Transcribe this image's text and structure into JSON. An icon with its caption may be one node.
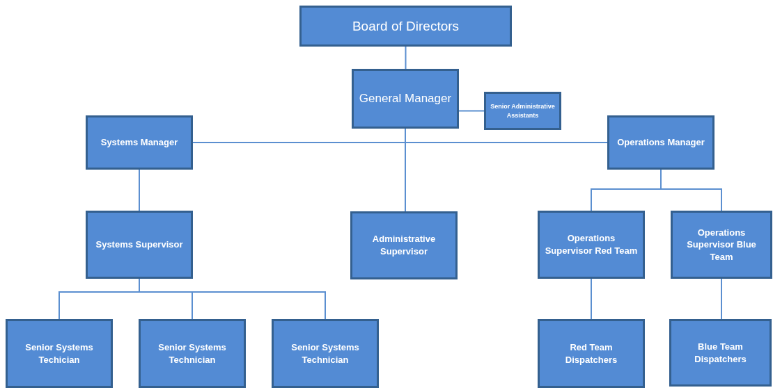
{
  "diagram": {
    "nodes": [
      {
        "text": [
          "Board of Directors"
        ]
      },
      {
        "text": [
          "General Manager"
        ]
      },
      {
        "text": [
          "Senior Administrative Assistants"
        ]
      },
      {
        "text": [
          "Systems Manager"
        ]
      },
      {
        "text": [
          "Operations Manager"
        ]
      },
      {
        "text": [
          "Systems Supervisor"
        ]
      },
      {
        "text": [
          "Administrative Supervisor"
        ]
      },
      {
        "text": [
          "Operations Supervisor Red Team"
        ]
      },
      {
        "text": [
          "Operations Supervisor Blue Team"
        ]
      },
      {
        "text": [
          "Senior Systems Techician"
        ]
      },
      {
        "text": [
          "Senior Systems Technician"
        ]
      },
      {
        "text": [
          "Senior Systems Technician"
        ]
      },
      {
        "text": [
          "Red Team Dispatchers"
        ]
      },
      {
        "text": [
          "Blue Team Dispatchers"
        ]
      }
    ],
    "edges": [
      {
        "from": 0,
        "to": 1,
        "arrow": "none"
      },
      {
        "from": 1,
        "to": 2,
        "arrow": "none"
      },
      {
        "from": 1,
        "to": 3,
        "arrow": "none"
      },
      {
        "from": 1,
        "to": 4,
        "arrow": "none"
      },
      {
        "from": 1,
        "to": 6,
        "arrow": "none"
      },
      {
        "from": 3,
        "to": 5,
        "arrow": "none"
      },
      {
        "from": 5,
        "to": 9,
        "arrow": "none"
      },
      {
        "from": 5,
        "to": 10,
        "arrow": "none"
      },
      {
        "from": 5,
        "to": 11,
        "arrow": "none"
      },
      {
        "from": 4,
        "to": 7,
        "arrow": "none"
      },
      {
        "from": 4,
        "to": 8,
        "arrow": "none"
      },
      {
        "from": 7,
        "to": 12,
        "arrow": "none"
      },
      {
        "from": 8,
        "to": 13,
        "arrow": "none"
      }
    ]
  }
}
